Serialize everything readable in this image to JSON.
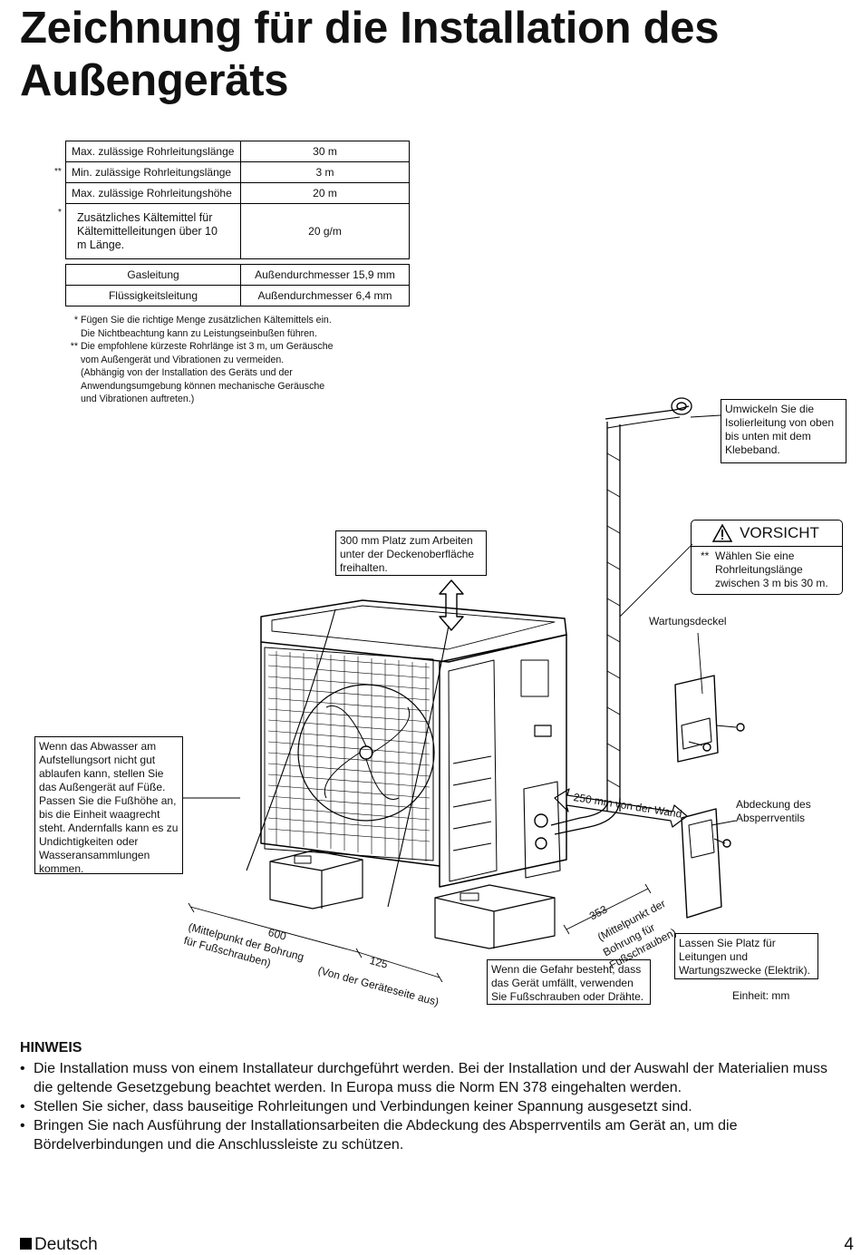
{
  "title": "Zeichnung für die Installation des Außengeräts",
  "spec_table": {
    "rows": [
      {
        "mark": "",
        "label": "Max. zulässige Rohrleitungslänge",
        "value": "30 m"
      },
      {
        "mark": "**",
        "label": "Min. zulässige Rohrleitungslänge",
        "value": "3 m"
      },
      {
        "mark": "",
        "label": "Max. zulässige Rohrleitungshöhe",
        "value": "20 m"
      },
      {
        "mark": "*",
        "label": "Zusätzliches Kältemittel für Kältemittelleitungen über 10 m Länge.",
        "value": "20 g/m"
      }
    ]
  },
  "pipe_table": {
    "rows": [
      {
        "label": "Gasleitung",
        "value": "Außendurchmesser 15,9 mm"
      },
      {
        "label": "Flüssigkeitsleitung",
        "value": "Außendurchmesser 6,4 mm"
      }
    ]
  },
  "notes": [
    {
      "mark": "*",
      "text": "Fügen Sie die richtige Menge zusätzlichen Kältemittels ein."
    },
    {
      "mark": "",
      "text": "Die Nichtbeachtung kann zu Leistungseinbußen führen."
    },
    {
      "mark": "**",
      "text": "Die empfohlene kürzeste Rohrlänge ist 3 m, um Geräusche"
    },
    {
      "mark": "",
      "text": "vom Außengerät und Vibrationen zu vermeiden."
    },
    {
      "mark": "",
      "text": "(Abhängig von der Installation des Geräts und der"
    },
    {
      "mark": "",
      "text": "Anwendungsumgebung können mechanische Geräusche"
    },
    {
      "mark": "",
      "text": "und Vibrationen auftreten.)"
    }
  ],
  "callouts": {
    "wrap": "Umwickeln Sie die Isolierleitung von oben bis unten mit dem Klebeband.",
    "space_top": "300 mm Platz zum Arbeiten unter der Deckenoberfläche freihalten.",
    "caution_title": "VORSICHT",
    "caution_mark": "**",
    "caution_text": "Wählen Sie eine Rohrleitungslänge zwischen 3 m bis 30 m.",
    "service_cover": "Wartungsdeckel",
    "drain": "Wenn das Abwasser am Aufstellungsort nicht gut ablaufen kann, stellen Sie das Außengerät auf Füße. Passen Sie die Fußhöhe an, bis die Einheit waagrecht steht. Andernfalls kann es zu Undichtigkeiten oder Wasseransammlungen kommen.",
    "wall_distance": "250 mm von der Wand",
    "valve_cover": "Abdeckung des Absperrventils",
    "space_right": "Lassen Sie Platz für Leitungen und Wartungszwecke (Elektrik).",
    "topple": "Wenn die Gefahr besteht, dass das Gerät umfällt, verwenden Sie Fußschrauben oder Drähte.",
    "unit": "Einheit: mm"
  },
  "dimensions": {
    "d600_value": "600",
    "d600_label_1": "(Mittelpunkt der Bohrung",
    "d600_label_2": "für Fußschrauben)",
    "d125_value": "125",
    "d125_label": "(Von der Geräteseite aus)",
    "d353_value": "353",
    "d353_label_1": "(Mittelpunkt der",
    "d353_label_2": "Bohrung für",
    "d353_label_3": "Fußschrauben)"
  },
  "hinweis": {
    "title": "HINWEIS",
    "items": [
      "Die Installation muss von einem Installateur durchgeführt werden. Bei der Installation und der Auswahl der Materialien muss die geltende Gesetzgebung beachtet werden. In Europa muss die Norm EN 378 eingehalten werden.",
      "Stellen Sie sicher, dass bauseitige Rohrleitungen und Verbindungen keiner Spannung ausgesetzt sind.",
      "Bringen Sie nach Ausführung der Installationsarbeiten die Abdeckung des Absperrventils am Gerät an, um die Bördelverbindungen und die Anschlussleiste zu schützen."
    ]
  },
  "footer": {
    "language": "Deutsch",
    "page": "4"
  }
}
